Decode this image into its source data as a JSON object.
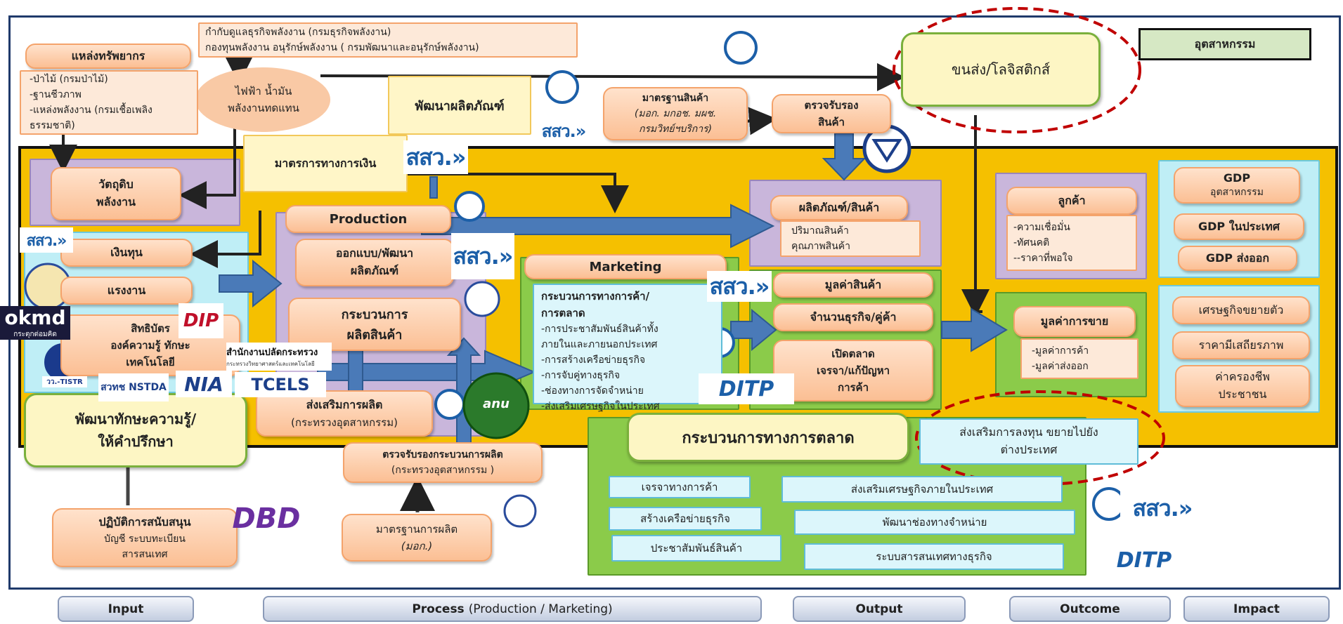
{
  "industry_label": "อุตสาหกรรม",
  "resources": {
    "title": "แหล่งทรัพยากร",
    "items": [
      "-ป่าไม้ (กรมป่าไม้)",
      "-ฐานชีวภาพ",
      "-แหล่งพลังงาน (กรมเชื้อเพลิง",
      "ธรรมชาติ)"
    ]
  },
  "energy_agency": {
    "line1": "กำกับดูแลธุรกิจพลังงาน (กรมธุรกิจพลังงาน)",
    "line2": "กองทุนพลังงาน อนุรักษ์พลังงาน ( กรมพัฒนาและอนุรักษ์พลังงาน)"
  },
  "energy_ellipse": {
    "line1": "ไฟฟ้า น้ำมัน",
    "line2": "พลังงานทดแทน"
  },
  "product_dev": "พัฒนาผลิตภัณฑ์",
  "standards": {
    "title": "มาตรฐานสินค้า",
    "line1": "(มอก. มกอช. มผช.",
    "line2": "กรมวิทย์ฯบริการ)"
  },
  "certify": {
    "line1": "ตรวจรับรอง",
    "line2": "สินค้า"
  },
  "logistics": "ขนส่ง/โลจิสติกส์",
  "financial": "มาตรการทางการเงิน",
  "raw": {
    "line1": "วัตถุดิบ",
    "line2": "พลังงาน"
  },
  "inputs": {
    "capital": "เงินทุน",
    "labor": "แรงงาน",
    "ip_line1": "สิทธิบัตร",
    "ip_line2": "องค์ความรู้ ทักษะ",
    "ip_line3": "เทคโนโลยี"
  },
  "production": {
    "title": "Production",
    "design_line1": "ออกแบบ/พัฒนา",
    "design_line2": "ผลิตภัณฑ์",
    "process_line1": "กระบวนการ",
    "process_line2": "ผลิตสินค้า"
  },
  "promote_prod": {
    "line1": "ส่งเสริมการผลิต",
    "line2": "(กระทรวงอุตสาหกรรม)"
  },
  "skills": {
    "line1": "พัฒนาทักษะความรู้/",
    "line2": "ให้คำปรึกษา"
  },
  "support": {
    "title": "ปฏิบัติการสนับสนุน",
    "line1": "บัญชี ระบบทะเบียน",
    "line2": "สารสนเทศ"
  },
  "prod_cert": {
    "line1": "ตรวจรับรองกระบวนการผลิต",
    "line2": "(กระทรวงอุตสาหกรรม )"
  },
  "prod_std": {
    "line1": "มาตรฐานการผลิต",
    "line2": "(มอก.)"
  },
  "marketing": {
    "title": "Marketing",
    "subtitle1": "กระบวนการทางการค้า/",
    "subtitle2": "การตลาด",
    "items": [
      "-การประชาสัมพันธ์สินค้าทั้ง",
      "ภายในและภายนอกประเทศ",
      "-การสร้างเครือข่ายธุรกิจ",
      "-การจับคู่ทางธุรกิจ",
      "-ช่องทางการจัดจำหน่าย",
      "-ส่งเสริมเศรษฐกิจในประเทศ"
    ]
  },
  "products": {
    "title": "ผลิตภัณฑ์/สินค้า",
    "line1": "ปริมาณสินค้า",
    "line2": "คุณภาพสินค้า"
  },
  "value": "มูลค่าสินค้า",
  "business_count": "จำนวนธุรกิจ/คู่ค้า",
  "open_market": {
    "line1": "เปิดตลาด",
    "line2": "เจรจา/แก้ปัญหา",
    "line3": "การค้า"
  },
  "customer": {
    "title": "ลูกค้า",
    "items": [
      "-ความเชื่อมั่น",
      "-ทัศนคติ",
      "--ราคาที่พอใจ"
    ]
  },
  "sales": {
    "title": "มูลค่าการขาย",
    "items": [
      "-มูลค่าการค้า",
      "-มูลค่าส่งออก"
    ]
  },
  "gdp": {
    "g1_line1": "GDP",
    "g1_line2": "อุตสาหกรรม",
    "g2": "GDP ในประเทศ",
    "g3": "GDP ส่งออก"
  },
  "impact": {
    "i1": "เศรษฐกิจขยายตัว",
    "i2": "ราคามีเสถียรภาพ",
    "i3_line1": "ค่าครองชีพ",
    "i3_line2": "ประชาชน"
  },
  "mkt_process": "กระบวนการทางการตลาด",
  "invest": {
    "line1": "ส่งเสริมการลงทุน ขยายไปยัง",
    "line2": "ต่างประเทศ"
  },
  "mkt_items": {
    "negotiate": "เจรจาทางการค้า",
    "domestic": "ส่งเสริมเศรษฐกิจภายในประเทศ",
    "network": "สร้างเครือข่ายธุรกิจ",
    "channel": "พัฒนาช่องทางจำหน่าย",
    "pr": "ประชาสัมพันธ์สินค้า",
    "info": "ระบบสารสนเทศทางธุรกิจ"
  },
  "logos": {
    "stsv": "สสว.»",
    "ditp": "DITP",
    "dbd": "DBD",
    "okmd": "okmd",
    "okmd_sub": "กระตุกต่อมคิด",
    "dip": "DIP",
    "nia": "NIA",
    "tcels": "TCELS",
    "nstda": "สวทช NSTDA",
    "tistr": "วว.-TISTR",
    "anu": "anu",
    "ops_line1": "สำนักงานปลัดกระทรวง",
    "ops_line2": "กระทรวงวิทยาศาสตร์และเทคโนโลยี"
  },
  "footer": {
    "input": "Input",
    "process": "Process",
    "process_sub": "(Production / Marketing)",
    "output": "Output",
    "outcome": "Outcome",
    "impact": "Impact"
  },
  "colors": {
    "yellow_band": "#f5c000",
    "arrow_blue": "#4a7ab8",
    "dashed_red": "#c00000"
  }
}
